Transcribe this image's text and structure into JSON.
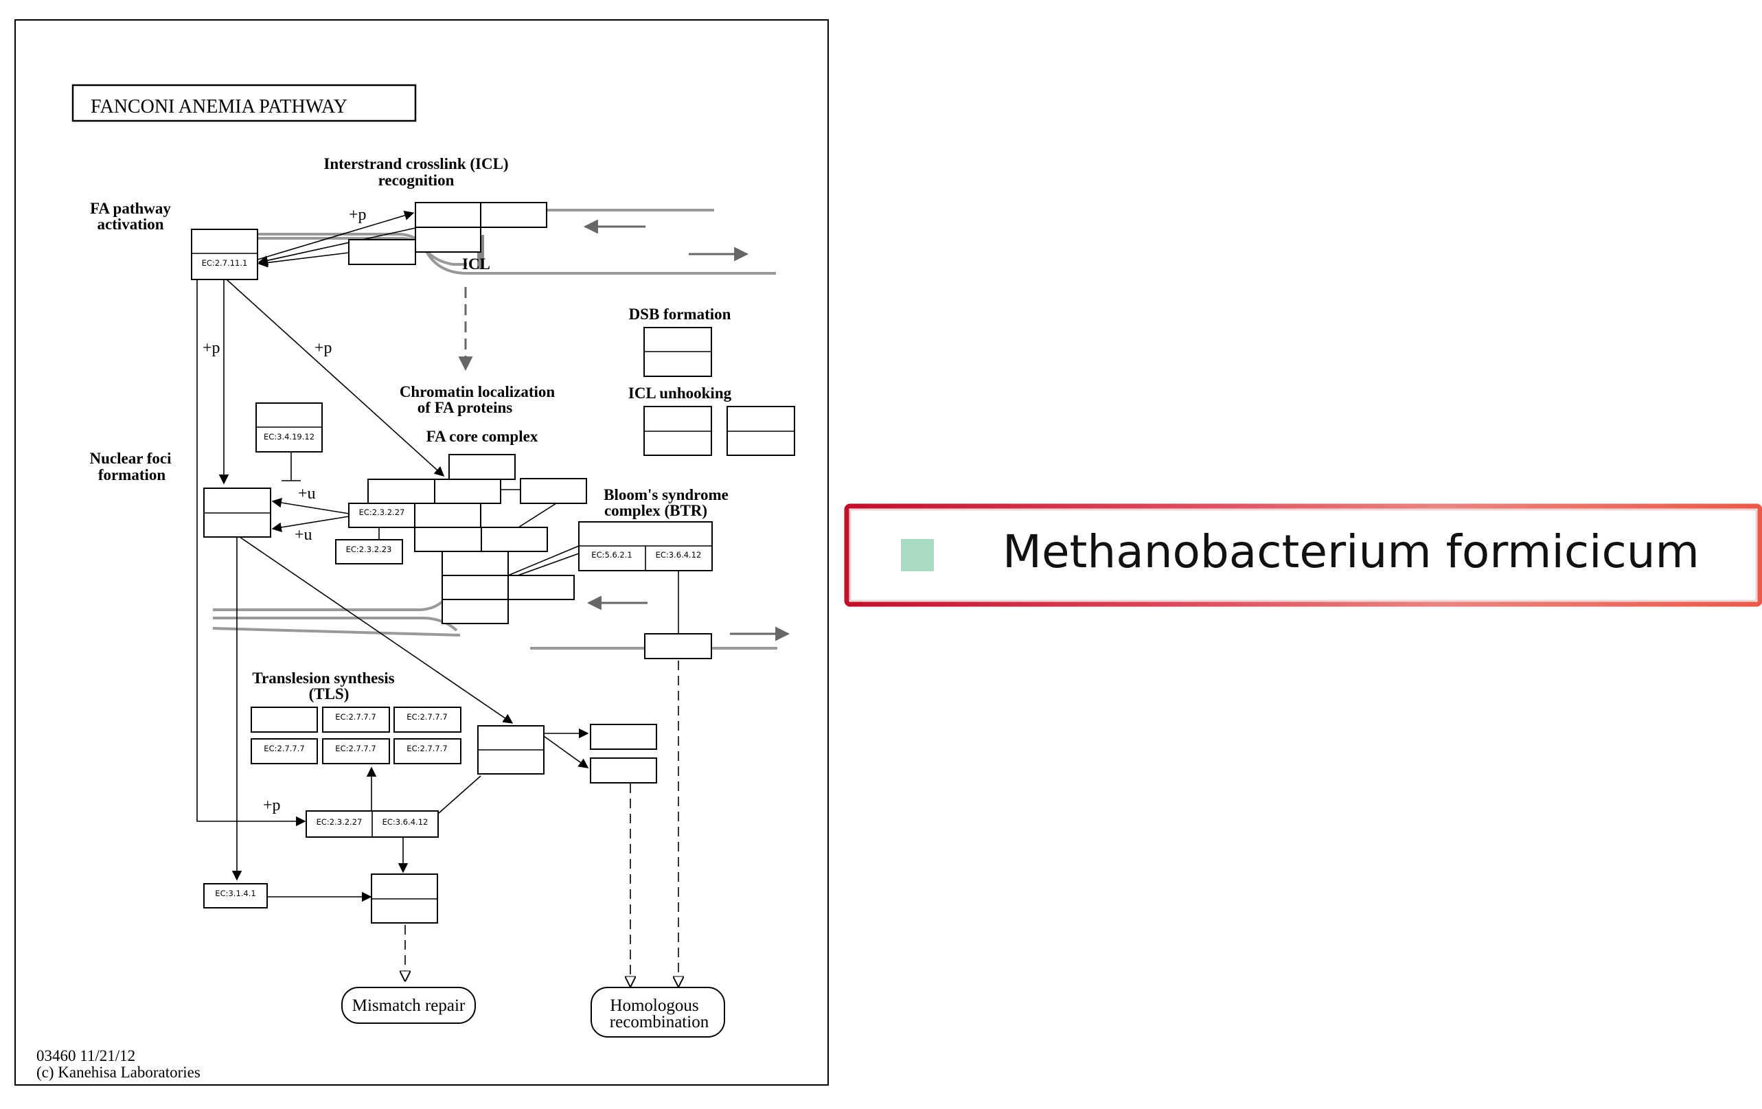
{
  "pathway": {
    "title": "FANCONI ANEMIA PATHWAY",
    "labels": {
      "icl_recognition_1": "Interstrand crosslink (ICL)",
      "icl_recognition_2": "recognition",
      "fa_activation_1": "FA pathway",
      "fa_activation_2": "activation",
      "icl": "ICL",
      "dsb_formation": "DSB formation",
      "icl_unhooking": "ICL unhooking",
      "chromatin_1": "Chromatin localization",
      "chromatin_2": "of FA proteins",
      "fa_core": "FA core complex",
      "nuclear_foci_1": "Nuclear foci",
      "nuclear_foci_2": "formation",
      "blooms_1": "Bloom's syndrome",
      "blooms_2": "complex (BTR)",
      "tls_1": "Translesion synthesis",
      "tls_2": "(TLS)",
      "mismatch_repair": "Mismatch repair",
      "homologous_1": "Homologous",
      "homologous_2": "recombination"
    },
    "modifiers": {
      "p": "+p",
      "u": "+u"
    },
    "ec": {
      "ec_27111": "EC:2.7.11.1",
      "ec_341912": "EC:3.4.19.12",
      "ec_23227": "EC:2.3.2.27",
      "ec_23223": "EC:2.3.2.23",
      "ec_5621": "EC:5.6.2.1",
      "ec_36412": "EC:3.6.4.12",
      "ec_2777": "EC:2.7.7.7",
      "ec_3141": "EC:3.1.4.1"
    },
    "footer": {
      "map_id": "03460 11/21/12",
      "copyright": "(c) Kanehisa Laboratories"
    }
  },
  "legend": {
    "organism": "Methanobacterium formicicum",
    "swatch_color": "#a8dcc0",
    "border_color": "#c0102a"
  }
}
